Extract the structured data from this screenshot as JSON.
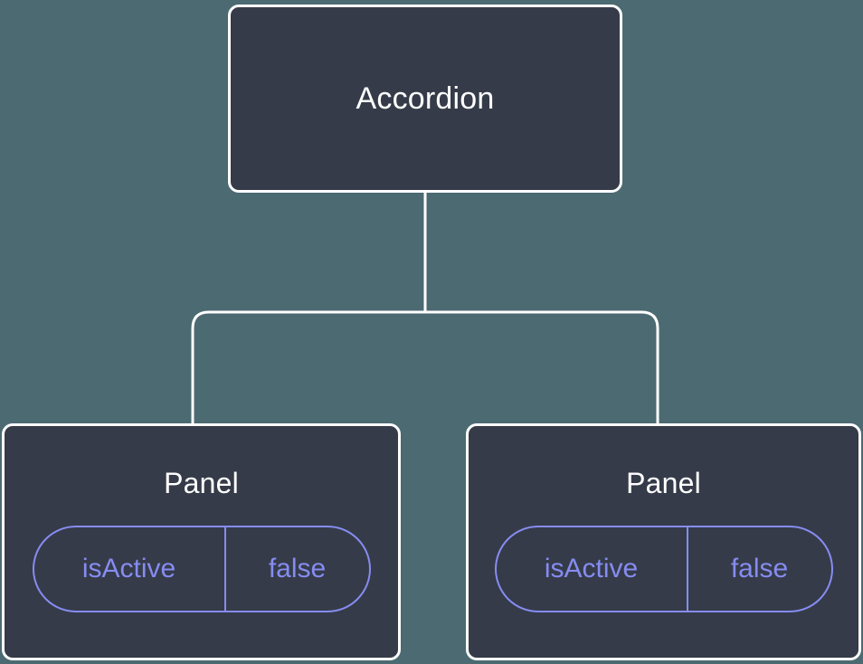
{
  "diagram": {
    "type": "component-tree",
    "background_color": "#4c6a72",
    "node_fill_color": "#353b49",
    "node_border_color": "#ffffff",
    "connector_color": "#ffffff",
    "accent_color": "#868cf0",
    "title_color": "#ffffff",
    "root": {
      "label": "Accordion"
    },
    "children": [
      {
        "label": "Panel",
        "state": {
          "key": "isActive",
          "value": "false"
        }
      },
      {
        "label": "Panel",
        "state": {
          "key": "isActive",
          "value": "false"
        }
      }
    ]
  }
}
